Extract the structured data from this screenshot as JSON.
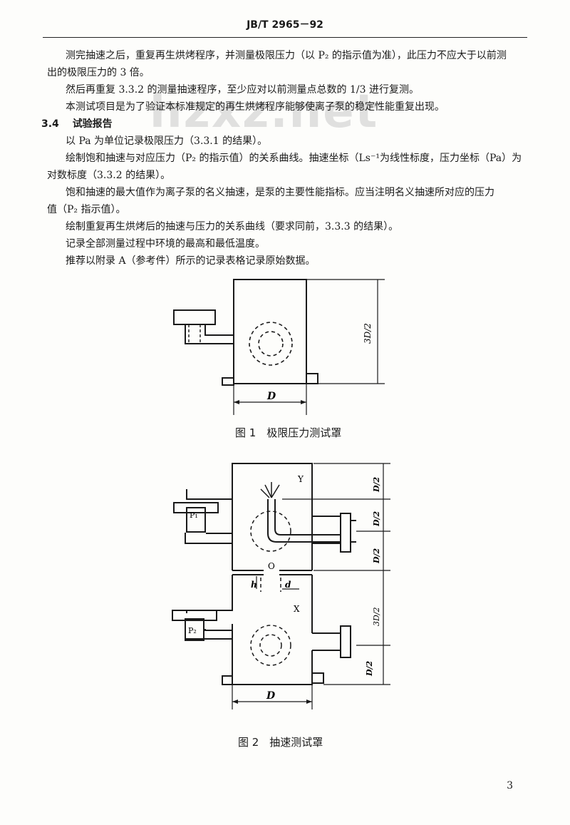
{
  "header": {
    "standard_no": "JB/T  2965－92"
  },
  "watermark": "hzxz.net",
  "paragraphs": {
    "p1_line1": "测完抽速之后，重复再生烘烤程序，并测量极限压力（以 P₂ 的指示值为准），此压力不应大于以前测",
    "p1_line2": "出的极限压力的 3 倍。",
    "p2": "然后再重复 3.3.2 的测量抽速程序，至少应对以前测量点总数的 1/3 进行复测。",
    "p3": "本测试项目是为了验证本标准规定的再生烘烤程序能够使离子泵的稳定性能重复出现。",
    "sec_num": "3.4",
    "sec_title": "试验报告",
    "p4": "以 Pa 为单位记录极限压力（3.3.1 的结果）。",
    "p5_line1": "绘制饱和抽速与对应压力（P₂ 的指示值）的关系曲线。抽速坐标（Ls⁻¹为线性标度，压力坐标（Pa）为",
    "p5_line2": "对数标度（3.3.2 的结果）。",
    "p6_line1": "饱和抽速的最大值作为离子泵的名义抽速，是泵的主要性能指标。应当注明名义抽速所对应的压力",
    "p6_line2": "值（P₂ 指示值）。",
    "p7": "绘制重复再生烘烤后的抽速与压力的关系曲线（要求同前，3.3.3 的结果）。",
    "p8": "记录全部测量过程中环境的最高和最低温度。",
    "p9": "推荐以附录 A（参考件）所示的记录表格记录原始数据。"
  },
  "figure1": {
    "caption": "图 1　极限压力测试罩",
    "label_D": "D",
    "label_height": "3D/2"
  },
  "figure2": {
    "caption": "图 2　抽速测试罩",
    "label_Y": "Y",
    "label_X": "X",
    "label_O": "O",
    "label_P1": "P₁",
    "label_P2": "P₂",
    "label_h": "h",
    "label_d": "d",
    "label_D": "D",
    "dim_top": "D/2",
    "dim_mid": "D/2",
    "dim_lower": "D/2",
    "dim_3d2": "3D/2",
    "dim_bottom": "D/2"
  },
  "page_number": "3"
}
